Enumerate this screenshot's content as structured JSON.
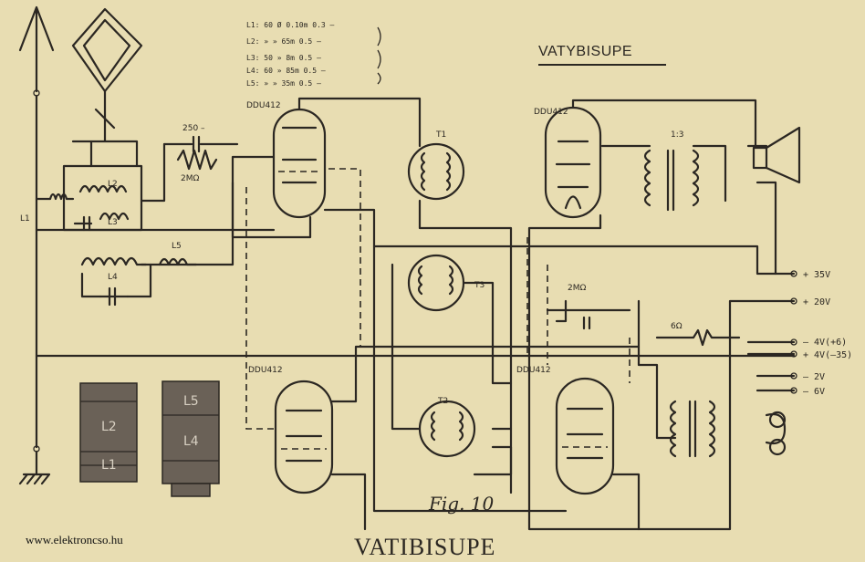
{
  "title": "VATYBISUPE",
  "figure_label": "Fig. 10",
  "caption": "VATIBISUPE",
  "watermark": "www.elektroncso.hu",
  "coil_table": [
    "L1: 60 Ø 0.10m 0.3 –",
    "L2: » » 65m 0.5 –",
    "L3: 50 » 8m 0.5 –",
    "L4: 60 » 85m 0.5 –",
    "L5: » » 35m 0.5 –"
  ],
  "tubes": {
    "v1": "DDU412",
    "v2": "DDU412",
    "v3": "DDU412",
    "v4": "DDU412"
  },
  "components": {
    "cap_250": "250 –",
    "res_2m_1": "2MΩ",
    "res_2m_2": "2MΩ",
    "res_6": "6Ω",
    "ratio": "1:3",
    "t1": "T1",
    "t2": "T2",
    "t3": "T3"
  },
  "supply": [
    "+ 35V",
    "+ 20V",
    "– 4V(+6)",
    "+ 4V(–35)",
    "– 2V",
    "– 6V"
  ],
  "coil_labels": {
    "l1": "L1",
    "l2": "L2",
    "l3": "L3",
    "l4": "L4",
    "l5": "L5"
  },
  "coil_forms": [
    {
      "top": "L2",
      "bottom": "L1"
    },
    {
      "top": "L5",
      "bottom": "L4"
    }
  ]
}
